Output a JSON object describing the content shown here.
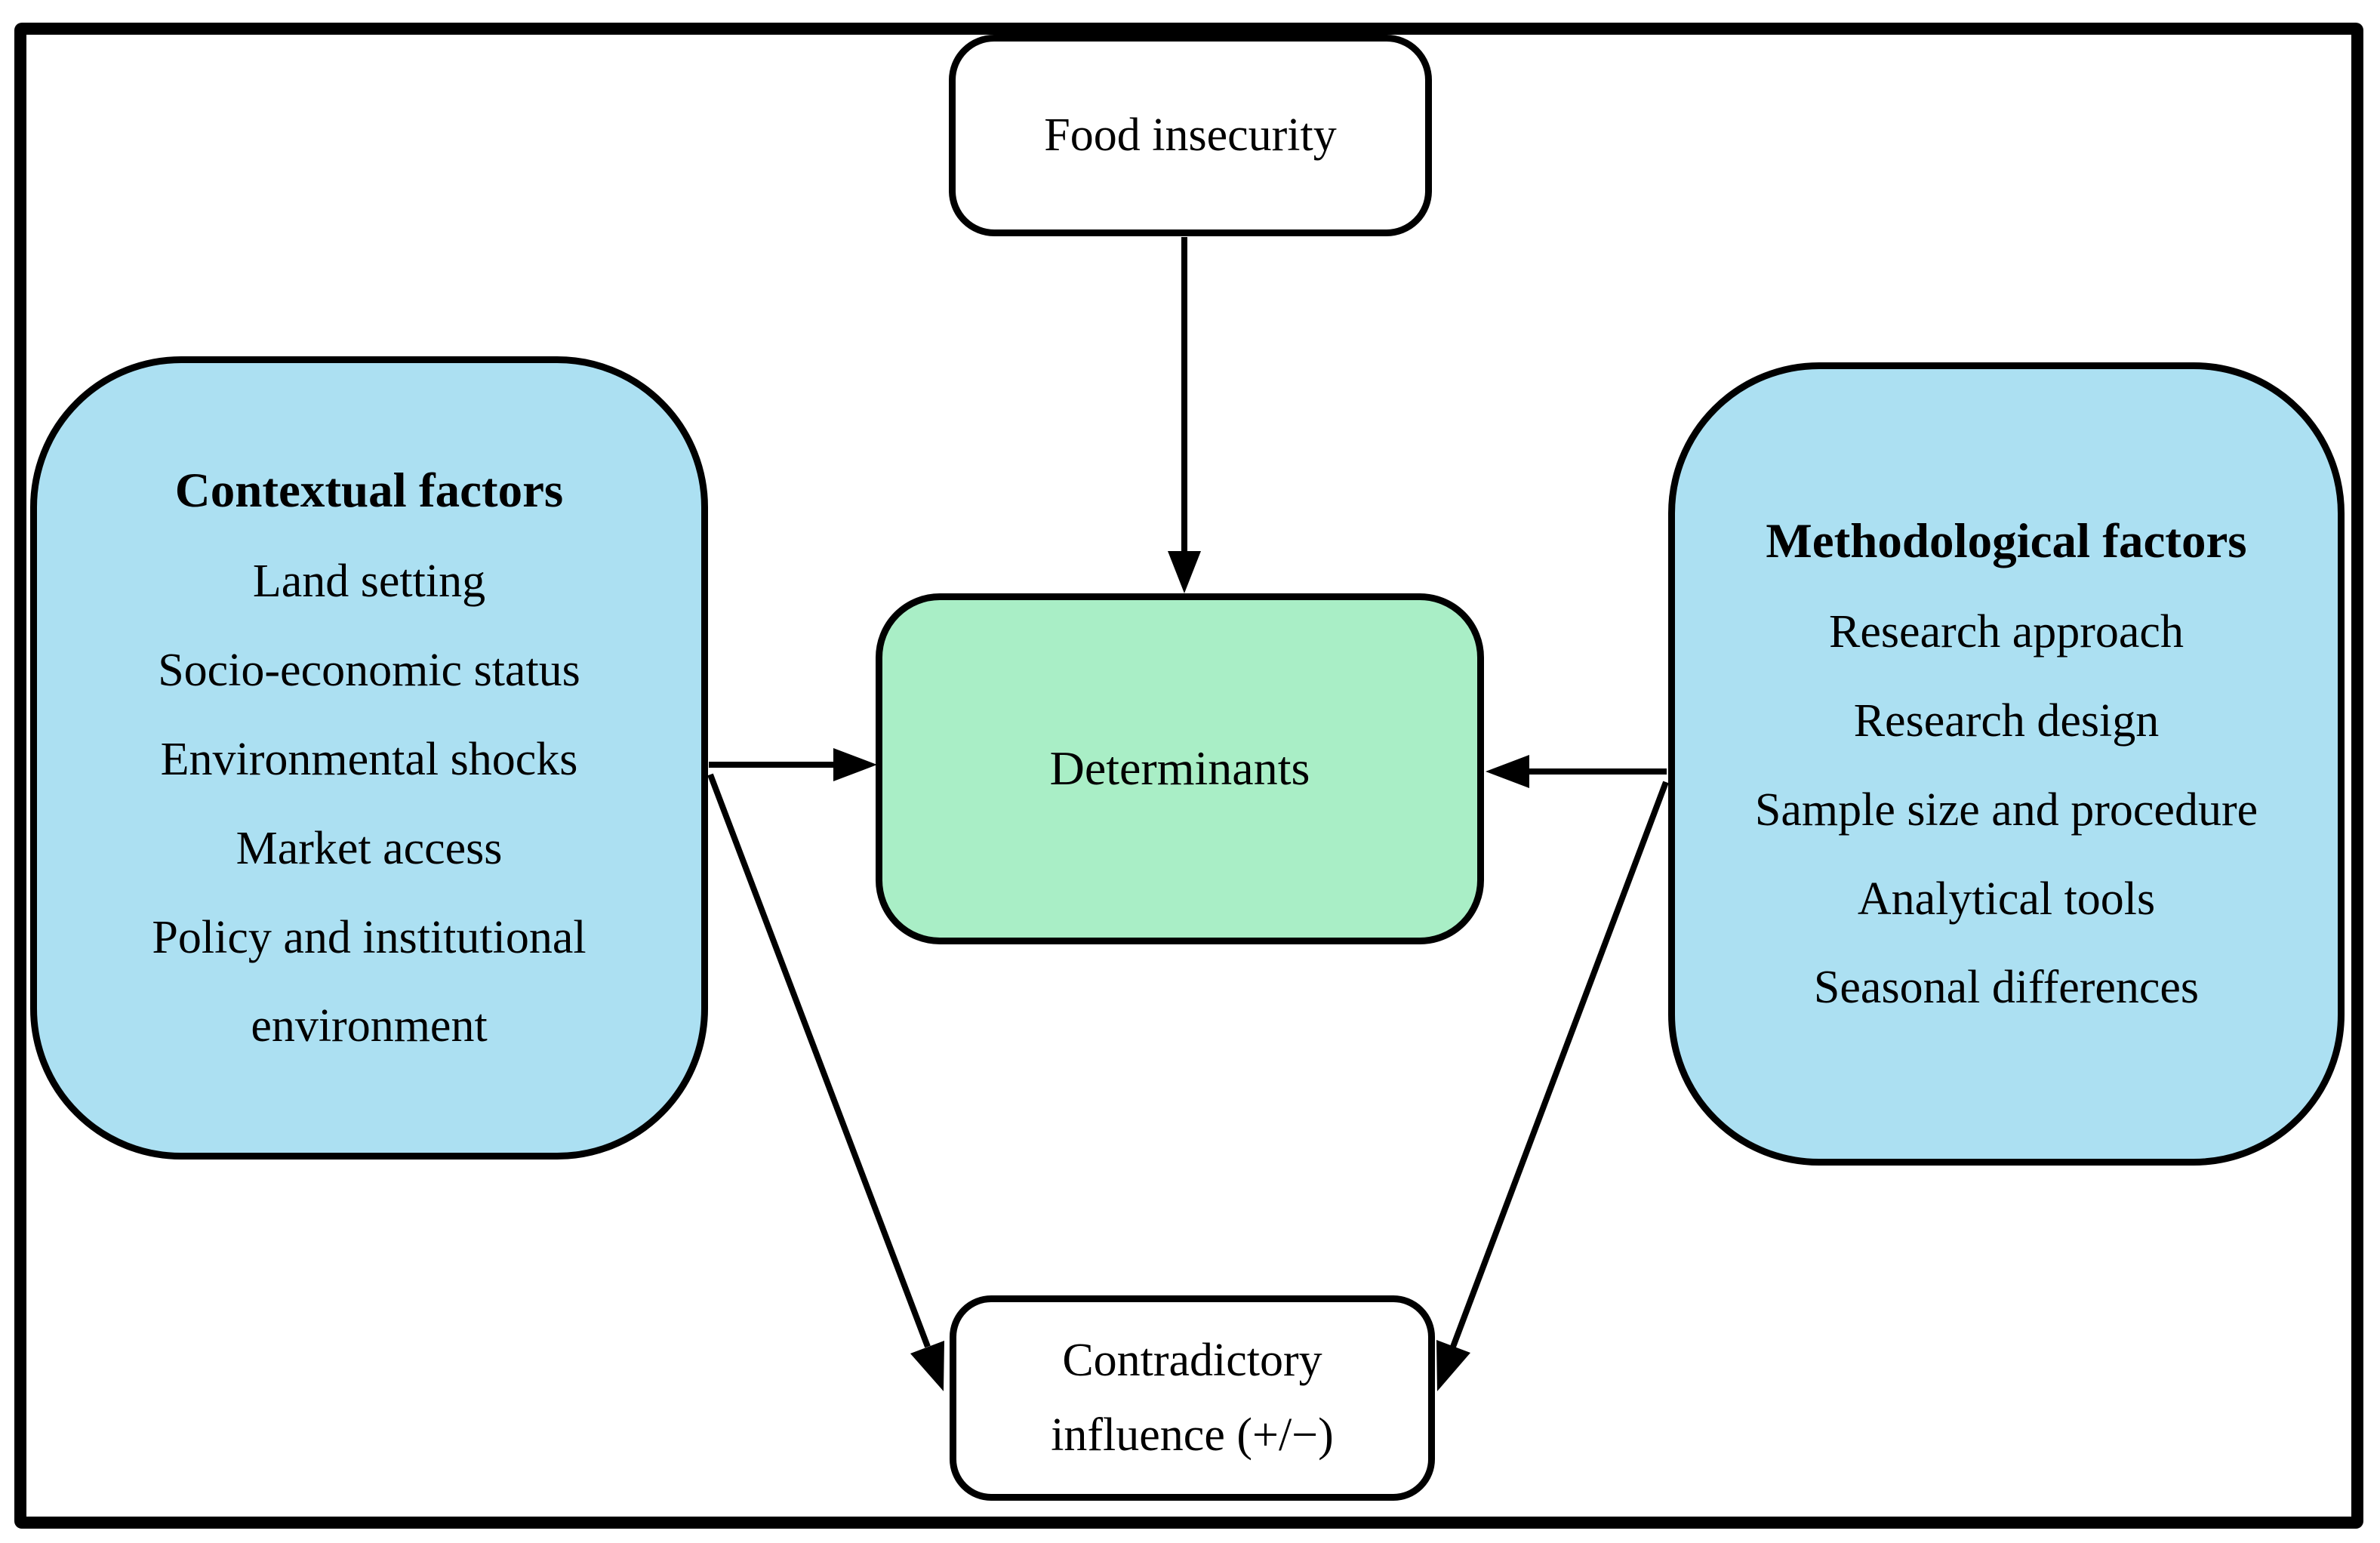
{
  "canvas": {
    "background": "#ffffff",
    "frame_color": "#000000",
    "line_color": "#000000",
    "text_color": "#000000"
  },
  "nodes": {
    "food_insecurity": {
      "label": "Food insecurity",
      "fill": "#ffffff"
    },
    "determinants": {
      "label": "Determinants",
      "fill": "#a9eec6"
    },
    "contextual": {
      "title": "Contextual factors",
      "items": [
        "Land setting",
        "Socio-economic status",
        "Environmental shocks",
        "Market access",
        "Policy and institutional environment"
      ],
      "fill": "#ace0f2"
    },
    "methodological": {
      "title": "Methodological factors",
      "items": [
        "Research approach",
        "Research design",
        "Sample size and procedure",
        "Analytical tools",
        "Seasonal differences"
      ],
      "fill": "#ace0f2"
    },
    "contradictory": {
      "label": "Contradictory influence (+/−)",
      "fill": "#ffffff"
    }
  },
  "edges": [
    {
      "from": "food_insecurity",
      "to": "determinants"
    },
    {
      "from": "contextual",
      "to": "determinants"
    },
    {
      "from": "methodological",
      "to": "determinants"
    },
    {
      "from": "contextual",
      "to": "contradictory"
    },
    {
      "from": "methodological",
      "to": "contradictory"
    }
  ]
}
